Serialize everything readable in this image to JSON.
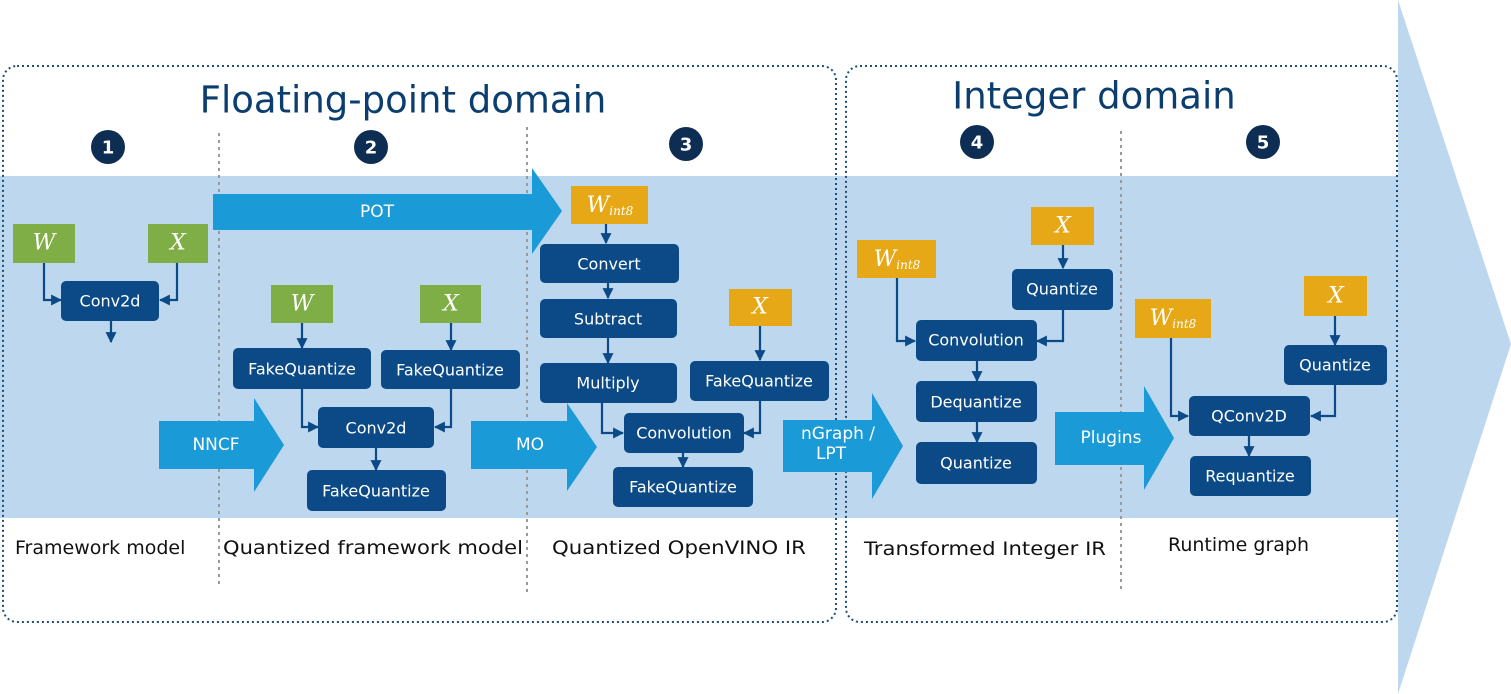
{
  "domains": {
    "floating": "Floating-point domain",
    "integer": "Integer domain"
  },
  "steps": [
    "1",
    "2",
    "3",
    "4",
    "5"
  ],
  "stages": {
    "framework_model": "Framework model",
    "quantized_framework_model": "Quantized framework model",
    "quantized_openvino_ir": "Quantized OpenVINO IR",
    "transformed_integer_ir": "Transformed Integer IR",
    "runtime_graph": "Runtime graph"
  },
  "tools": {
    "pot": "POT",
    "nncf": "NNCF",
    "mo": "MO",
    "ngraph_lpt_line1": "nGraph /",
    "ngraph_lpt_line2": "LPT",
    "plugins": "Plugins"
  },
  "vars": {
    "w": "W",
    "x": "X",
    "w_int8_base": "W",
    "w_int8_sub": "int8"
  },
  "nodes": {
    "s1_conv2d": "Conv2d",
    "s2_fq_w": "FakeQuantize",
    "s2_fq_x": "FakeQuantize",
    "s2_conv2d": "Conv2d",
    "s2_fq_out": "FakeQuantize",
    "s3_convert": "Convert",
    "s3_subtract": "Subtract",
    "s3_multiply": "Multiply",
    "s3_fq_x": "FakeQuantize",
    "s3_convolution": "Convolution",
    "s3_fq_out": "FakeQuantize",
    "s4_quantize_x": "Quantize",
    "s4_convolution": "Convolution",
    "s4_dequantize": "Dequantize",
    "s4_quantize_out": "Quantize",
    "s5_quantize_x": "Quantize",
    "s5_qconv2d": "QConv2D",
    "s5_requantize": "Requantize"
  },
  "colors": {
    "band": "#bdd7ee",
    "node": "#0b4a86",
    "tool_arrow": "#1a9ad6",
    "var_green": "#7fae46",
    "var_gold": "#e6a816",
    "title": "#0b3e6f",
    "big_arrow": "#bdd7ee"
  }
}
